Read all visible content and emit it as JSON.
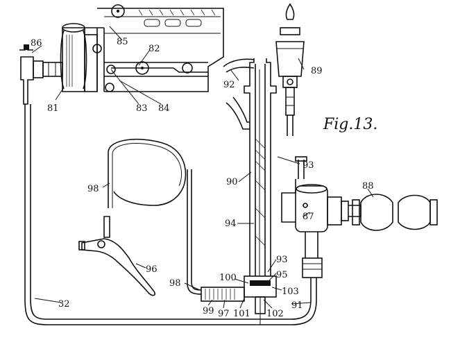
{
  "figure_label": "Fig.13.",
  "labels": [
    {
      "id": "l86",
      "text": "86"
    },
    {
      "id": "l85",
      "text": "85"
    },
    {
      "id": "l82",
      "text": "82"
    },
    {
      "id": "l81",
      "text": "81"
    },
    {
      "id": "l83",
      "text": "83"
    },
    {
      "id": "l84",
      "text": "84"
    },
    {
      "id": "l92",
      "text": "92"
    },
    {
      "id": "l89",
      "text": "89"
    },
    {
      "id": "l90",
      "text": "90"
    },
    {
      "id": "l93a",
      "text": "93"
    },
    {
      "id": "l98a",
      "text": "98"
    },
    {
      "id": "l88",
      "text": "88"
    },
    {
      "id": "l87",
      "text": "87"
    },
    {
      "id": "l94",
      "text": "94"
    },
    {
      "id": "l96",
      "text": "96"
    },
    {
      "id": "l93b",
      "text": "93"
    },
    {
      "id": "l95",
      "text": "95"
    },
    {
      "id": "l100",
      "text": "100"
    },
    {
      "id": "l98b",
      "text": "98"
    },
    {
      "id": "l103",
      "text": "103"
    },
    {
      "id": "l32",
      "text": "32"
    },
    {
      "id": "l99",
      "text": "99"
    },
    {
      "id": "l97",
      "text": "97"
    },
    {
      "id": "l101",
      "text": "101"
    },
    {
      "id": "l102",
      "text": "102"
    },
    {
      "id": "l91",
      "text": "91"
    }
  ]
}
